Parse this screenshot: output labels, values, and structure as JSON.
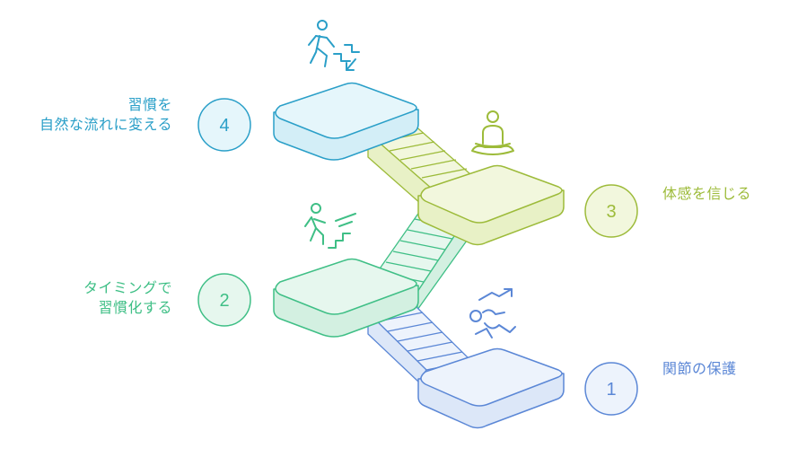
{
  "steps": [
    {
      "number": "1",
      "label_lines": [
        "関節の保護"
      ],
      "color": "#5b87d6",
      "fill": "#edf3fc"
    },
    {
      "number": "2",
      "label_lines": [
        "タイミングで",
        "習慣化する"
      ],
      "color": "#3fbf86",
      "fill": "#e6f7ee"
    },
    {
      "number": "3",
      "label_lines": [
        "体感を信じる"
      ],
      "color": "#9dbb3a",
      "fill": "#f2f7dd"
    },
    {
      "number": "4",
      "label_lines": [
        "習慣を",
        "自然な流れに変える"
      ],
      "color": "#2a9fc8",
      "fill": "#e5f6fb"
    }
  ],
  "icons": [
    "running-person-icon",
    "meditating-person-icon",
    "walking-upstairs-icon",
    "fallen-person-icon"
  ]
}
